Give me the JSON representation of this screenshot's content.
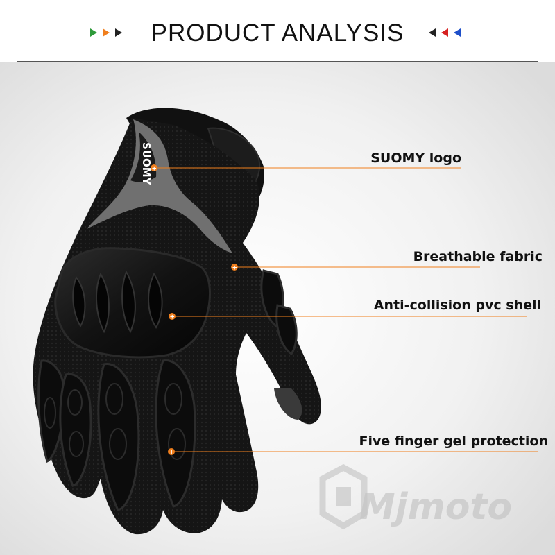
{
  "header": {
    "title": "PRODUCT ANALYSIS",
    "left_arrow_colors": [
      "#2e9a3a",
      "#f07f1d",
      "#222222"
    ],
    "right_arrow_colors": [
      "#222222",
      "#d62020",
      "#1d4fc9"
    ]
  },
  "callouts": [
    {
      "label": "SUOMY logo"
    },
    {
      "label": "Breathable fabric"
    },
    {
      "label": "Anti-collision pvc shell"
    },
    {
      "label": "Five finger gel protection"
    }
  ],
  "product": {
    "logo_text": "SUOMY"
  },
  "watermark": {
    "text": "Mjmoto",
    "icon": "shield-logo-icon"
  },
  "colors": {
    "marker": "#f07f1d",
    "line": "#f07f1d",
    "glove": "#141414",
    "gray_panel": "#6f6f6f"
  }
}
